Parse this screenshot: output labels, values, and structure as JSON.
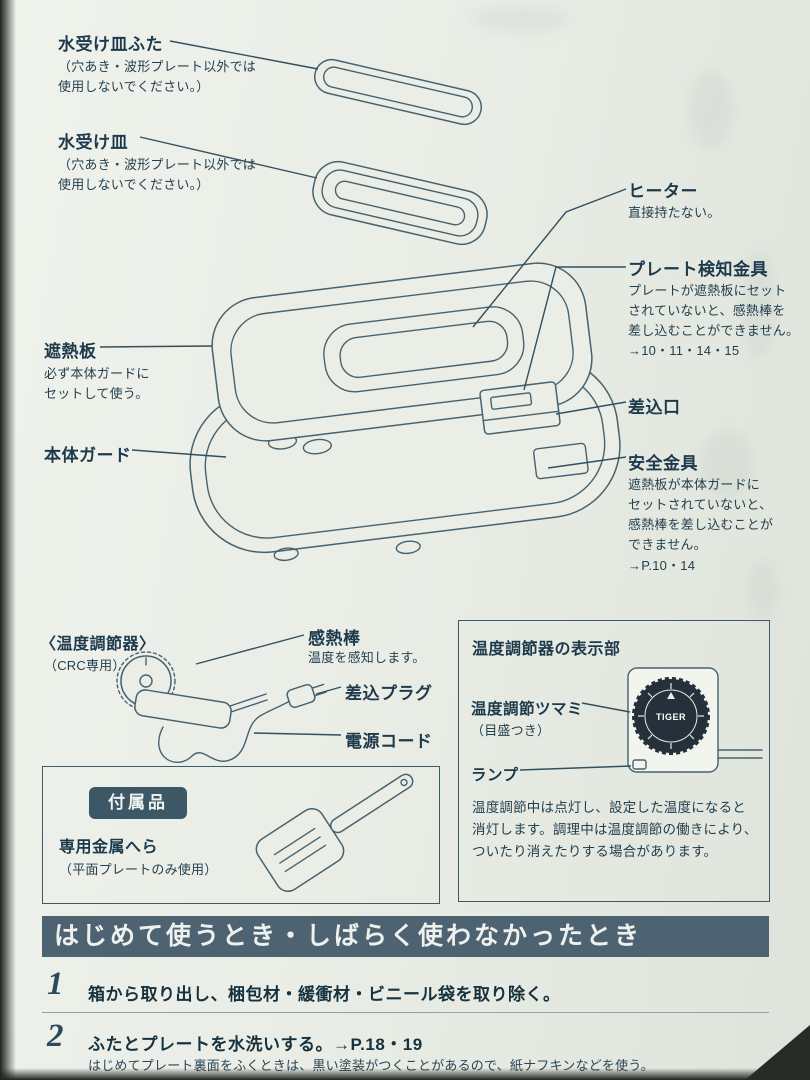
{
  "colors": {
    "paper": "#e9ede6",
    "line": "#47626f",
    "text": "#1f3a4b",
    "banner_bg": "#4d6372",
    "badge_bg": "#3c5766",
    "dial": "#25303a"
  },
  "parts": {
    "lid": {
      "title": "水受け皿ふた",
      "note": "（穴あき・波形プレート以外では\n使用しないでください。）"
    },
    "tray": {
      "title": "水受け皿",
      "note": "（穴あき・波形プレート以外では\n使用しないでください。）"
    },
    "heater": {
      "title": "ヒーター",
      "note": "直接持たない。"
    },
    "plate_detector": {
      "title": "プレート検知金具",
      "note": "プレートが遮熱板にセット\nされていないと、感熱棒を\n差し込むことができません。\n→10・11・14・15"
    },
    "socket": {
      "title": "差込口"
    },
    "safety": {
      "title": "安全金具",
      "note": "遮熱板が本体ガードに\nセットされていないと、\n感熱棒を差し込むことが\nできません。\n→P.10・14"
    },
    "heat_shield": {
      "title": "遮熱板",
      "note": "必ず本体ガードに\nセットして使う。"
    },
    "body_guard": {
      "title": "本体ガード"
    }
  },
  "controller": {
    "title": "〈温度調節器〉",
    "subtitle": "（CRC専用）",
    "sensor": {
      "title": "感熱棒",
      "note": "温度を感知します。"
    },
    "plug": {
      "title": "差込プラグ"
    },
    "cord": {
      "title": "電源コード"
    }
  },
  "display_box": {
    "title": "温度調節器の表示部",
    "knob_title": "温度調節ツマミ",
    "knob_note": "（目盛つき）",
    "lamp_label": "ランプ",
    "dial_brand": "TIGER",
    "description": "温度調節中は点灯し、設定した温度になると消灯します。調理中は温度調節の働きにより、ついたり消えたりする場合があります。"
  },
  "accessories": {
    "badge": "付属品",
    "title": "専用金属へら",
    "note": "（平面プレートのみ使用）"
  },
  "section_banner": "はじめて使うとき・しばらく使わなかったとき",
  "steps": [
    {
      "num": "1",
      "text": "箱から取り出し、梱包材・緩衝材・ビニール袋を取り除く。"
    },
    {
      "num": "2",
      "text": "ふたとプレートを水洗いする。→P.18・19",
      "sub": "はじめてプレート裏面をふくときは、黒い塗装がつくことがあるので、紙ナフキンなどを使う。"
    }
  ]
}
